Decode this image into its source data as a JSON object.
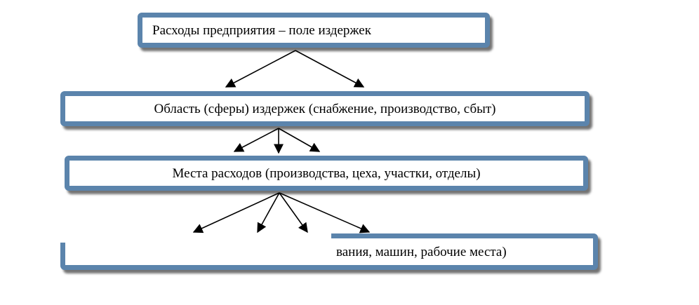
{
  "diagram": {
    "levels": [
      {
        "id": "enterprise-costs",
        "text": "Расходы предприятия – поле издержек"
      },
      {
        "id": "cost-areas",
        "text": "Область (сферы) издержек (снабжение, производство, сбыт)"
      },
      {
        "id": "cost-places",
        "text": "Места расходов (производства, цеха, участки, отделы)"
      },
      {
        "id": "cost-points",
        "text": "вания, машин, рабочие места)"
      }
    ],
    "colors": {
      "box_border": "#5b84ac",
      "arrow": "#000000",
      "text": "#000000"
    }
  }
}
